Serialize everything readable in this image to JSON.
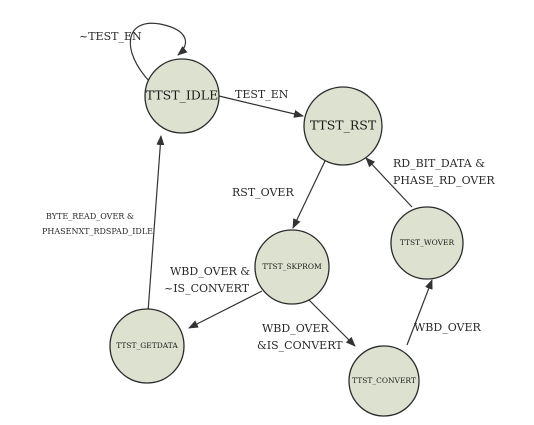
{
  "states": {
    "idle": "TTST_IDLE",
    "rst": "TTST_RST",
    "skprom": "TTST_SKPROM",
    "getdata": "TTST_GETDATA",
    "convert": "TTST_CONVERT",
    "wover": "TTST_WOVER"
  },
  "transitions": {
    "idle_self": "~TEST_EN",
    "idle_to_rst": "TEST_EN",
    "rst_to_skprom": "RST_OVER",
    "skprom_to_getdata_1": "WBD_OVER &",
    "skprom_to_getdata_2": "~IS_CONVERT",
    "skprom_to_convert_1": "WBD_OVER",
    "skprom_to_convert_2": "&IS_CONVERT",
    "convert_to_wover": "WBD_OVER",
    "wover_to_rst_1": "RD_BIT_DATA &",
    "wover_to_rst_2": "PHASE_RD_OVER",
    "getdata_to_idle_1": "BYTE_READ_OVER &",
    "getdata_to_idle_2": "PHASENXT_RDSPAD_IDLE"
  }
}
